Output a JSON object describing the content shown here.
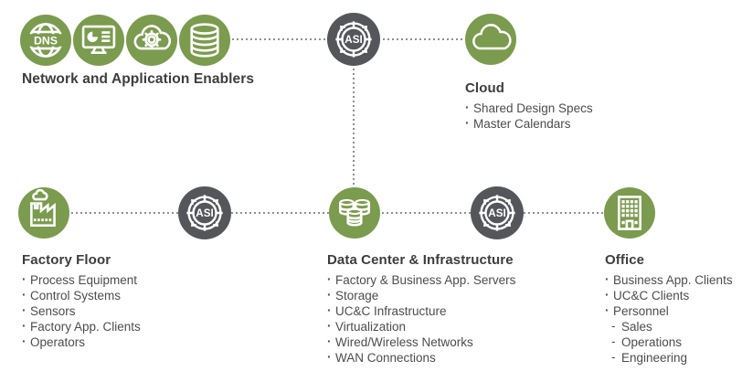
{
  "palette": {
    "green": "#7b9b4e",
    "dark": "#54565a",
    "line": "#8f8f8f",
    "heading": "#3d3d3d",
    "body": "#4c4c4c"
  },
  "labels": {
    "asi": "ASI",
    "dns": "DNS"
  },
  "icons": [
    "dns-globe-icon",
    "dashboard-monitor-icon",
    "cloud-gear-icon",
    "database-icon",
    "asi-compass-icon",
    "cloud-icon",
    "factory-icon",
    "server-stack-icon",
    "office-building-icon"
  ],
  "sections": {
    "enablers": {
      "title": "Network and Application Enablers"
    },
    "cloud": {
      "title": "Cloud",
      "items": [
        "Shared Design Specs",
        "Master Calendars"
      ]
    },
    "factory": {
      "title": "Factory Floor",
      "items": [
        "Process Equipment",
        "Control Systems",
        "Sensors",
        "Factory App. Clients",
        "Operators"
      ]
    },
    "datacenter": {
      "title": "Data Center & Infrastructure",
      "items": [
        "Factory & Business App. Servers",
        "Storage",
        "UC&C Infrastructure",
        "Virtualization",
        "Wired/Wireless Networks",
        "WAN Connections"
      ]
    },
    "office": {
      "title": "Office",
      "items": [
        "Business App. Clients",
        "UC&C Clients",
        "Personnel"
      ],
      "subitems": [
        "Sales",
        "Operations",
        "Engineering"
      ]
    }
  }
}
